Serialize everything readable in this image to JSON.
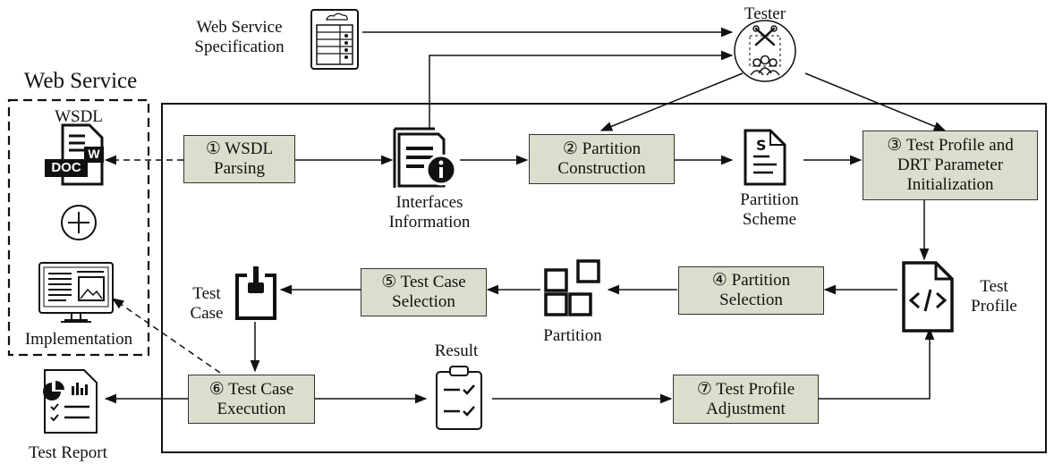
{
  "web_service_title": "Web Service",
  "spec_label": [
    "Web Service",
    "Specification"
  ],
  "tester_label": "Tester",
  "wsdl_doc": {
    "label": "WSDL",
    "doc_text": "DOC",
    "w_text": "W"
  },
  "implementation_label": "Implementation",
  "interfaces_label": [
    "Interfaces",
    "Information"
  ],
  "partition_scheme_label": [
    "Partition",
    "Scheme"
  ],
  "partition_label": "Partition",
  "test_profile_label": [
    "Test",
    "Profile"
  ],
  "test_case_label": [
    "Test",
    "Case"
  ],
  "result_label": "Result",
  "test_report_label": "Test Report",
  "steps": {
    "s1": [
      "① WSDL",
      "Parsing"
    ],
    "s2": [
      "② Partition",
      "Construction"
    ],
    "s3": [
      "③ Test Profile and",
      "DRT Parameter",
      "Initialization"
    ],
    "s4": [
      "④ Partition",
      "Selection"
    ],
    "s5": [
      "⑤ Test Case",
      "Selection"
    ],
    "s6": [
      "⑥ Test Case",
      "Execution"
    ],
    "s7": [
      "⑦ Test Profile",
      "Adjustment"
    ]
  },
  "colors": {
    "box_fill": "#d9dfcc",
    "stroke": "#111111"
  }
}
